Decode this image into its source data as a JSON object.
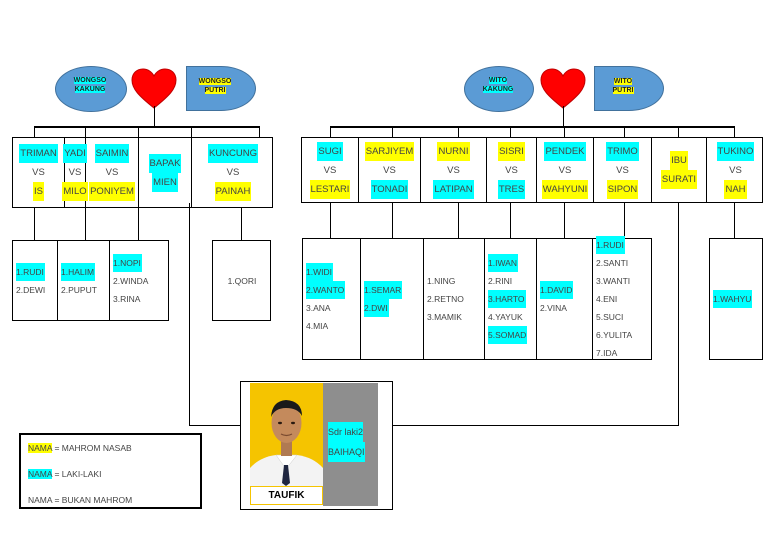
{
  "left_family": {
    "grandpa": "WONGSO KAKUNG",
    "grandma": "WONGSO PUTRI",
    "couples": [
      {
        "lines": [
          {
            "t": "TRIMAN",
            "h": "c"
          },
          {
            "t": "VS",
            "h": ""
          },
          {
            "t": "IS",
            "h": "y"
          }
        ]
      },
      {
        "lines": [
          {
            "t": "YADI",
            "h": "c"
          },
          {
            "t": "VS",
            "h": ""
          },
          {
            "t": "MILO",
            "h": "y"
          }
        ]
      },
      {
        "lines": [
          {
            "t": "SAIMIN",
            "h": "c"
          },
          {
            "t": "VS",
            "h": ""
          },
          {
            "t": "PONIYEM",
            "h": "y"
          }
        ]
      },
      {
        "lines": [
          {
            "t": "BAPAK",
            "h": "c"
          },
          {
            "t": "MIEN",
            "h": "c"
          }
        ]
      },
      {
        "lines": [
          {
            "t": "KUNCUNG",
            "h": "c"
          },
          {
            "t": "VS",
            "h": ""
          },
          {
            "t": "PAINAH",
            "h": "y"
          }
        ]
      }
    ],
    "children_a": [
      {
        "items": [
          {
            "t": "1.RUDI",
            "h": "c"
          },
          {
            "t": "2.DEWI",
            "h": ""
          }
        ]
      },
      {
        "items": [
          {
            "t": "1.HALIM",
            "h": "c"
          },
          {
            "t": "2.PUPUT",
            "h": ""
          }
        ]
      },
      {
        "items": [
          {
            "t": "1.NOPI",
            "h": "c"
          },
          {
            "t": "2.WINDA",
            "h": ""
          },
          {
            "t": "3.RINA",
            "h": ""
          }
        ]
      }
    ],
    "children_b": [
      {
        "items": [
          {
            "t": "1.QORI",
            "h": ""
          }
        ]
      }
    ]
  },
  "right_family": {
    "grandpa": "WITO KAKUNG",
    "grandma": "WITO PUTRI",
    "couples": [
      {
        "lines": [
          {
            "t": "SUGI",
            "h": "c"
          },
          {
            "t": "VS",
            "h": ""
          },
          {
            "t": "LESTARI",
            "h": "y"
          }
        ]
      },
      {
        "lines": [
          {
            "t": "SARJIYEM",
            "h": "y"
          },
          {
            "t": "VS",
            "h": ""
          },
          {
            "t": "TONADI",
            "h": "c"
          }
        ]
      },
      {
        "lines": [
          {
            "t": "NURNI",
            "h": "y"
          },
          {
            "t": "VS",
            "h": ""
          },
          {
            "t": "LATIPAN",
            "h": "c"
          }
        ]
      },
      {
        "lines": [
          {
            "t": "SISRI",
            "h": "y"
          },
          {
            "t": "VS",
            "h": ""
          },
          {
            "t": "TRES",
            "h": "c"
          }
        ]
      },
      {
        "lines": [
          {
            "t": "PENDEK",
            "h": "c"
          },
          {
            "t": "VS",
            "h": ""
          },
          {
            "t": "WAHYUNI",
            "h": "y"
          }
        ]
      },
      {
        "lines": [
          {
            "t": "TRIMO",
            "h": "c"
          },
          {
            "t": "VS",
            "h": ""
          },
          {
            "t": "SIPON",
            "h": "y"
          }
        ]
      },
      {
        "lines": [
          {
            "t": "IBU",
            "h": "y"
          },
          {
            "t": "SURATI",
            "h": "y"
          }
        ]
      },
      {
        "lines": [
          {
            "t": "TUKINO",
            "h": "c"
          },
          {
            "t": "VS",
            "h": ""
          },
          {
            "t": "NAH",
            "h": "y"
          }
        ]
      }
    ],
    "children_a": [
      {
        "items": [
          {
            "t": "1.WIDI",
            "h": "c"
          },
          {
            "t": "2.WANTO",
            "h": "c"
          },
          {
            "t": "3.ANA",
            "h": ""
          },
          {
            "t": "4.MIA",
            "h": ""
          }
        ]
      },
      {
        "items": [
          {
            "t": "1.SEMAR",
            "h": "c"
          },
          {
            "t": "2.DWI",
            "h": "c"
          }
        ]
      },
      {
        "items": [
          {
            "t": "1.NING",
            "h": ""
          },
          {
            "t": "2.RETNO",
            "h": ""
          },
          {
            "t": "3.MAMIK",
            "h": ""
          }
        ]
      },
      {
        "items": [
          {
            "t": "1.IWAN",
            "h": "c"
          },
          {
            "t": "2.RINI",
            "h": ""
          },
          {
            "t": "3.HARTO",
            "h": "c"
          },
          {
            "t": "4.YAYUK",
            "h": ""
          },
          {
            "t": "5.SOMAD",
            "h": "c"
          }
        ]
      },
      {
        "items": [
          {
            "t": "1.DAVID",
            "h": "c"
          },
          {
            "t": "2.VINA",
            "h": ""
          }
        ]
      },
      {
        "items": [
          {
            "t": "1.RUDI",
            "h": "c"
          },
          {
            "t": "2.SANTI",
            "h": ""
          },
          {
            "t": "3.WANTI",
            "h": ""
          },
          {
            "t": "4.ENI",
            "h": ""
          },
          {
            "t": "5.SUCI",
            "h": ""
          },
          {
            "t": "6.YULITA",
            "h": ""
          },
          {
            "t": "7.IDA",
            "h": ""
          }
        ]
      }
    ],
    "children_b": [
      {
        "items": [
          {
            "t": "1.WAHYU",
            "h": "c"
          }
        ]
      }
    ]
  },
  "subject": {
    "name": "TAUFIK",
    "sibling_lines": [
      "Sdr laki2",
      "BAIHAQI"
    ]
  },
  "legend": [
    {
      "label": "NAMA",
      "h": "y",
      "desc": " =   MAHROM NASAB"
    },
    {
      "label": "NAMA",
      "h": "c",
      "desc": " = LAKI-LAKI"
    },
    {
      "label": "NAMA",
      "h": "",
      "desc": " = BUKAN MAHROM"
    }
  ],
  "colors": {
    "mahrom": "#ffff00",
    "male": "#00ffff",
    "badge": "#5b9bd5",
    "heart": "#ff0000"
  }
}
